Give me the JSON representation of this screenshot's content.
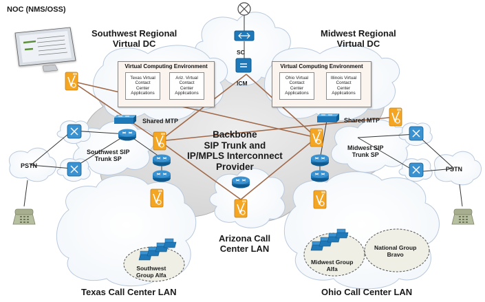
{
  "noc": {
    "label": "NOC (NMS/OSS)"
  },
  "regions": {
    "southwest_dc": "Southwest Regional\nVirtual DC",
    "midwest_dc": "Midwest Regional\nVirtual DC"
  },
  "vce": {
    "left": {
      "title": "Virtual Computing Environment",
      "apps": [
        "Texas Virtual\nContact\nCenter\nApplications",
        "Ariz. Virtual\nContact\nCenter\nApplications"
      ]
    },
    "right": {
      "title": "Virtual Computing Environment",
      "apps": [
        "Ohio Virtual\nContact\nCenter\nApplications",
        "Illinois Virtual\nContact\nCenter\nApplications"
      ]
    }
  },
  "top_devices": {
    "sc": "SC",
    "icm": "ICM"
  },
  "shared_mtp": {
    "left": "Shared MTP",
    "right": "Shared MTP"
  },
  "backbone": "Backbone\nSIP Trunk and\nIP/MPLS Interconnect\nProvider",
  "sip_sp": {
    "southwest": "Southwest SIP\nTrunk SP",
    "midwest": "Midwest SIP\nTrunk SP"
  },
  "pstn": {
    "left": "PSTN",
    "right": "PSTN"
  },
  "lans": {
    "arizona": "Arizona Call\nCenter LAN",
    "texas": "Texas Call Center LAN",
    "ohio": "Ohio Call Center LAN"
  },
  "groups": {
    "southwest_alfa": "Southwest\nGroup Alfa",
    "midwest_alfa": "Midwest Group\nAlfa",
    "national_bravo": "National Group\nBravo"
  },
  "colors": {
    "cloud_fill": "#ffffff",
    "cloud_stroke": "#b9c9dc",
    "backbone_fill": "#dedede",
    "device_blue": "#1f78b8",
    "gateway_orange": "#f4a522",
    "link_brown": "#a06a4a",
    "vce_border": "#b07a55"
  },
  "icons": [
    "router-icon",
    "mtp-switch-icon",
    "gateway-icon",
    "phone-icon",
    "ip-phone-icon",
    "monitor-icon",
    "globe-icon"
  ]
}
